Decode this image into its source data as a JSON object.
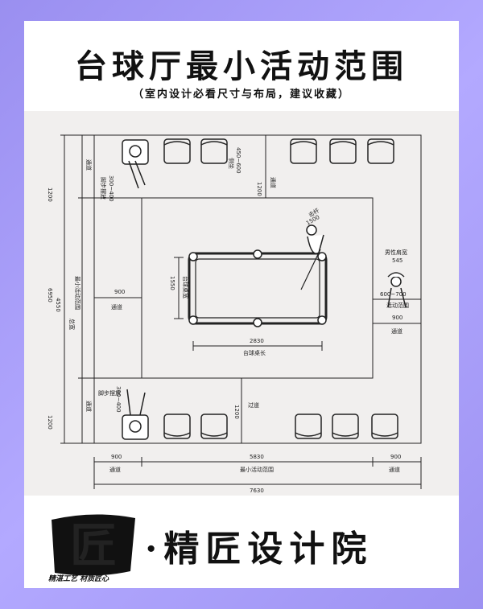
{
  "title": "台球厅最小活动范围",
  "subtitle": "（室内设计必看尺寸与布局，建议收藏）",
  "plan": {
    "labels": {
      "table_width": "台球桌宽",
      "table_length": "台球桌长",
      "aisle": "通道",
      "pass": "过道",
      "side_sit": "侧坐",
      "foot_step_1": "脚步摆放",
      "foot_step_2": "脚步摆放",
      "cue": "击杆",
      "shoulder": "男性肩宽",
      "activity": "活动范围",
      "min_activity_left": "最小活动范围",
      "min_activity_bottom": "最小活动范围",
      "total_width": "总宽"
    },
    "dims": {
      "d1200a": "1200",
      "d1200b": "1200",
      "d1200c": "1200",
      "d1200d": "1200",
      "d4550": "4550",
      "d6950": "6950",
      "d900_left": "900",
      "d900_right": "900",
      "d900_bl": "900",
      "d900_br": "900",
      "d5830": "5830",
      "d7630": "7630",
      "d2830": "2830",
      "d1550": "1550",
      "d1500": "1500",
      "d545": "545",
      "d600_700": "600~700",
      "d450_600": "450~600",
      "d300_400a": "300~400",
      "d300_400b": "300~400"
    }
  },
  "brand": {
    "seal_char": "匠",
    "seal_text": "精湛工艺 材质匠心",
    "name": "·精匠设计院"
  },
  "colors": {
    "background": "#9d92f2",
    "line": "#222222"
  }
}
